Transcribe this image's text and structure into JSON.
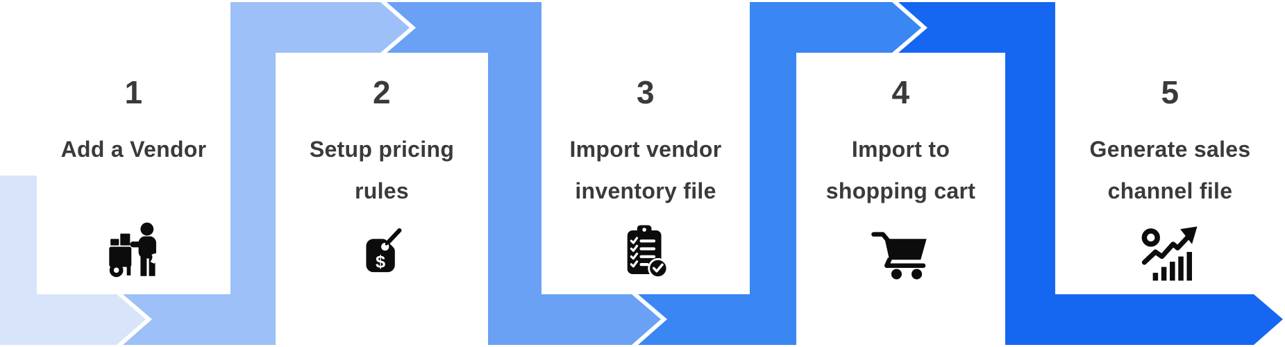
{
  "diagram": {
    "type": "process-flow",
    "step_count": "5",
    "background": "#ffffff",
    "text_color": "#3a3a3a",
    "icon_color": "#0c0c0c"
  },
  "steps": [
    {
      "number": "1",
      "label_lines": [
        "Add a Vendor"
      ],
      "icon": "vendor-cart-icon",
      "arrow_color": "#d7e4fa"
    },
    {
      "number": "2",
      "label_lines": [
        "Setup pricing",
        "rules"
      ],
      "icon": "price-tag-icon",
      "icon_symbol": "$",
      "arrow_color": "#9cc0f7"
    },
    {
      "number": "3",
      "label_lines": [
        "Import vendor",
        "inventory file"
      ],
      "icon": "clipboard-checklist-icon",
      "arrow_color": "#6aa1f5"
    },
    {
      "number": "4",
      "label_lines": [
        "Import to",
        "shopping cart"
      ],
      "icon": "shopping-cart-icon",
      "arrow_color": "#3a86f3"
    },
    {
      "number": "5",
      "label_lines": [
        "Generate sales",
        "channel file"
      ],
      "icon": "sales-growth-chart-icon",
      "arrow_color": "#1567f1"
    }
  ]
}
